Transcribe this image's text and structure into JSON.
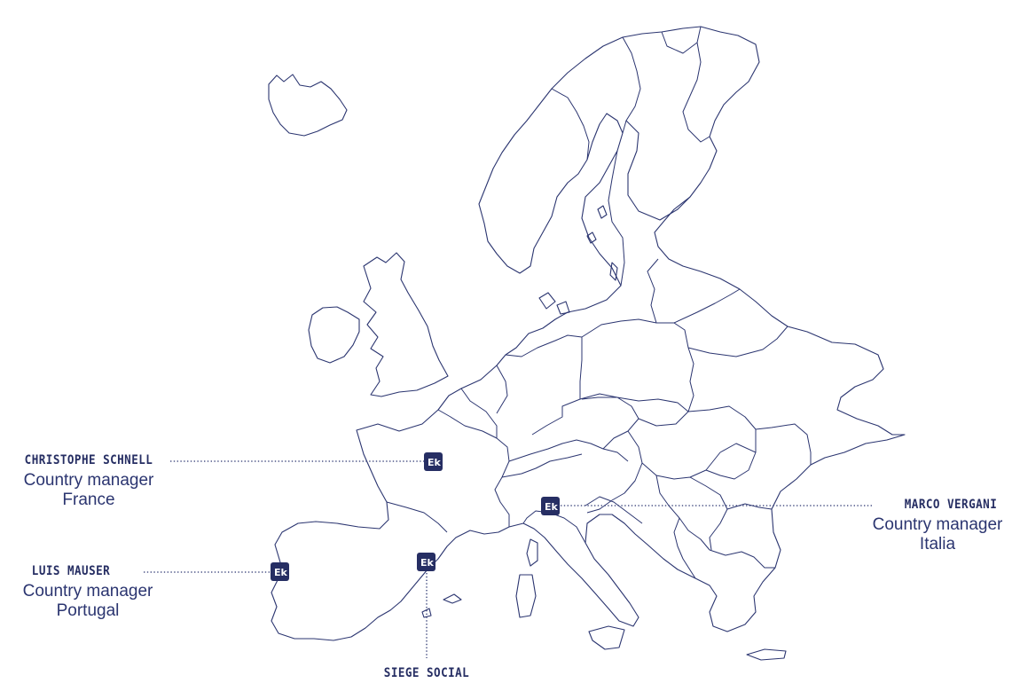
{
  "map": {
    "stroke_color": "#2b3570",
    "marker_color": "#262e63",
    "marker_icon": "ek-logo-marker"
  },
  "markers": {
    "france": {
      "label": "Ek"
    },
    "italy": {
      "label": "Ek"
    },
    "portugal": {
      "label": "Ek"
    },
    "hq": {
      "label": "Ek"
    }
  },
  "contacts": {
    "france": {
      "name": "CHRISTOPHE SCHNELL",
      "role": "Country manager",
      "country": "France"
    },
    "portugal": {
      "name": "LUIS MAUSER",
      "role": "Country manager",
      "country": "Portugal"
    },
    "italy": {
      "name": "MARCO VERGANI",
      "role": "Country manager",
      "country": "Italia"
    },
    "hq": {
      "name": "SIEGE SOCIAL"
    }
  }
}
